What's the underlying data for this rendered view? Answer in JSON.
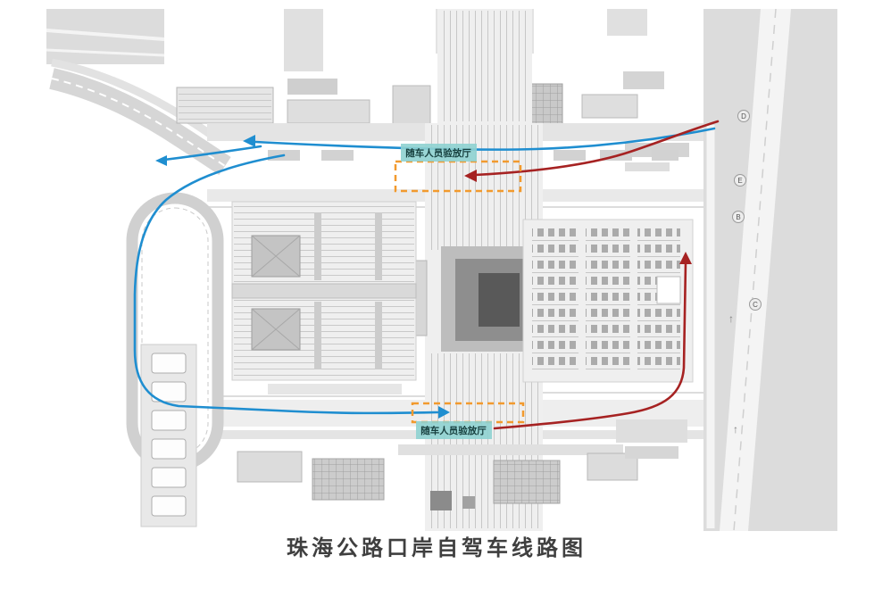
{
  "page": {
    "title": "珠海公路口岸自驾车线路图",
    "background": "#ffffff"
  },
  "diagram": {
    "checkpoints": {
      "top": "随车人员验放厅",
      "bottom": "随车人员验放厅"
    },
    "road_markers": [
      {
        "label": "D"
      },
      {
        "label": "E"
      },
      {
        "label": "B"
      },
      {
        "label": "C"
      }
    ],
    "up_arrow": "↑",
    "colors": {
      "inbound_route": "#1f8ed0",
      "outbound_route": "#a62222",
      "highlight_box": "#f29a2e",
      "checkpoint_fill": "#8ed2d0",
      "checkpoint_text": "#17403f",
      "title_text": "#3f3f3f"
    }
  }
}
